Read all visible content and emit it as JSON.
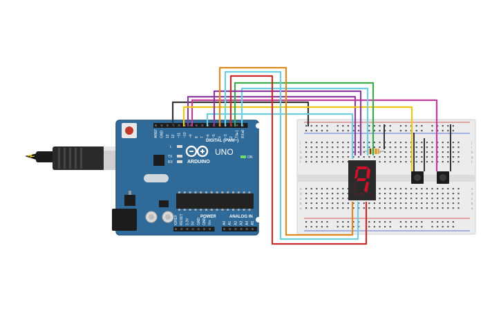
{
  "board": {
    "brand": "ARDUINO",
    "model": "UNO",
    "digital_header_label": "DIGITAL (PWM~)",
    "power_label": "POWER",
    "analog_label": "ANALOG IN",
    "on_label": "ON",
    "led_labels": [
      "L",
      "TX",
      "RX"
    ],
    "top_pin_labels": [
      "AREF",
      "GND",
      "13",
      "12",
      "~11",
      "~10",
      "~9",
      "8",
      "7",
      "~6",
      "~5",
      "4",
      "~3",
      "2",
      "TX▸1",
      "RX◂0"
    ],
    "power_pin_labels": [
      "IOREF",
      "RESET",
      "3.3V",
      "5V",
      "GND",
      "GND",
      "Vin"
    ],
    "analog_pin_labels": [
      "A0",
      "A1",
      "A2",
      "A3",
      "A4",
      "A5"
    ]
  },
  "display": {
    "digit": "9"
  },
  "breadboard": {
    "row_letters_top": [
      "j",
      "i",
      "h",
      "g",
      "f"
    ],
    "row_letters_bottom": [
      "e",
      "d",
      "c",
      "b",
      "a"
    ]
  },
  "colors": {
    "board": "#2f6a99",
    "board_edge": "#23547c",
    "breadboard": "#ececec",
    "segment_on": "#d5102a",
    "wire_orange": "#e08a1e",
    "wire_cyan": "#6ccfe0",
    "wire_red": "#cc2a2a",
    "wire_green": "#3aab4a",
    "wire_purple": "#8a3a9c",
    "wire_magenta": "#c23a9c",
    "wire_yellow": "#f2c614",
    "wire_black": "#333333"
  }
}
